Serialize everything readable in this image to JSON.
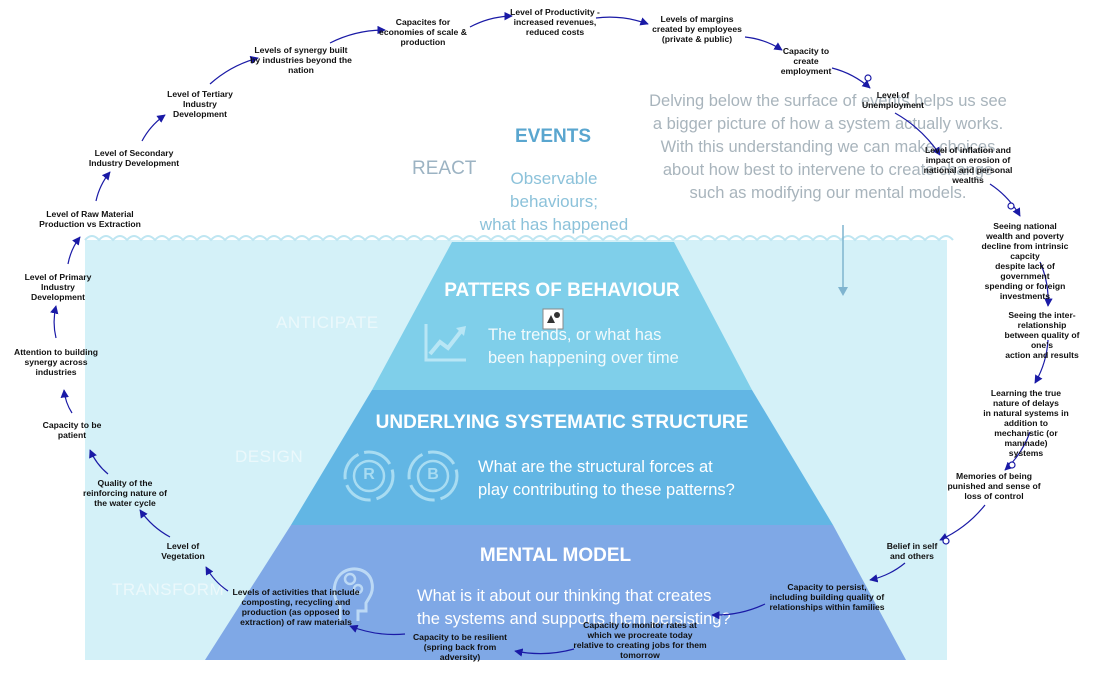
{
  "iceberg": {
    "side_labels": {
      "react": "REACT",
      "anticipate": "ANTICIPATE",
      "design": "DESIGN",
      "transform": "TRANSFORM"
    },
    "events": {
      "title": "EVENTS",
      "desc": "Observable\nbehaviours;\nwhat has happened"
    },
    "patterns": {
      "title": "PATTERS OF BEHAVIOUR",
      "desc": "The trends, or what has\nbeen happening over time"
    },
    "structure": {
      "title": "UNDERLYING SYSTEMATIC STRUCTURE",
      "desc": "What are the structural forces at\nplay contributing to these patterns?",
      "loop_r": "R",
      "loop_b": "B"
    },
    "mental": {
      "title": "MENTAL MODEL",
      "desc": "What is it about our thinking that creates\nthe systems and supports them persisting?"
    },
    "intro": "Delving below the surface of events helps us see\na bigger picture of how a system actually works.\nWith this understanding we can make choices\nabout how best to intervene to create change\nsuch as modifying our mental models."
  },
  "colors": {
    "water": "#d4f1f8",
    "patterns": "#7fcfea",
    "structure": "#62b6e4",
    "mental": "#7fa8e6",
    "arrow": "#1a1aa6",
    "events_title": "#5aa6cf"
  },
  "loop": [
    {
      "id": "productivity",
      "text": "Level of Productivity -\nincreased revenues,\nreduced costs"
    },
    {
      "id": "margins",
      "text": "Levels of margins\ncreated by employees\n(private & public)"
    },
    {
      "id": "employment",
      "text": "Capacity to\ncreate\nemployment"
    },
    {
      "id": "unemployment",
      "text": "Level of\nUnemployment"
    },
    {
      "id": "inflation",
      "text": "Level of inflation and\nimpact on erosion of\nnational and personal\nwealths"
    },
    {
      "id": "wealth",
      "text": "Seeing national wealth and poverty\ndecline from intrinsic capcity\ndespite lack of government\nspending or foreign investments"
    },
    {
      "id": "interrelationship",
      "text": "Seeing the inter-relationship\nbetween quality of one's\naction and results"
    },
    {
      "id": "delays",
      "text": "Learning the true nature of delays\nin natural systems in addition to\nmechanistic (or manmade)\nsystems"
    },
    {
      "id": "memories",
      "text": "Memories of being\npunished and sense of\nloss of control"
    },
    {
      "id": "belief",
      "text": "Belief in self\nand others"
    },
    {
      "id": "persist",
      "text": "Capacity to persist,\nincluding building quality of\nrelationships within families"
    },
    {
      "id": "monitor",
      "text": "Capacity to monitor rates at\nwhich we procreate today\nrelative to creating jobs for them\ntomorrow"
    },
    {
      "id": "resilient",
      "text": "Capacity to be resilient\n(spring back from\nadversity)"
    },
    {
      "id": "activities",
      "text": "Levels of activities that include\ncomposting, recycling and\nproduction (as opposed to\nextraction) of raw materials"
    },
    {
      "id": "vegetation",
      "text": "Level of\nVegetation"
    },
    {
      "id": "water",
      "text": "Quality of the\nreinforcing nature of\nthe water cycle"
    },
    {
      "id": "patient",
      "text": "Capacity to be\npatient"
    },
    {
      "id": "attention",
      "text": "Attention to building\nsynergy across\nindustries"
    },
    {
      "id": "primary",
      "text": "Level of Primary\nIndustry\nDevelopment"
    },
    {
      "id": "raw",
      "text": "Level of Raw Material\nProduction vs Extraction"
    },
    {
      "id": "secondary",
      "text": "Level of Secondary\nIndustry Development"
    },
    {
      "id": "tertiary",
      "text": "Level of Tertiary\nIndustry\nDevelopment"
    },
    {
      "id": "synergy",
      "text": "Levels of synergy built\nby industries beyond the\nnation"
    },
    {
      "id": "scale",
      "text": "Capacites for\neconomies of scale &\nproduction"
    }
  ]
}
